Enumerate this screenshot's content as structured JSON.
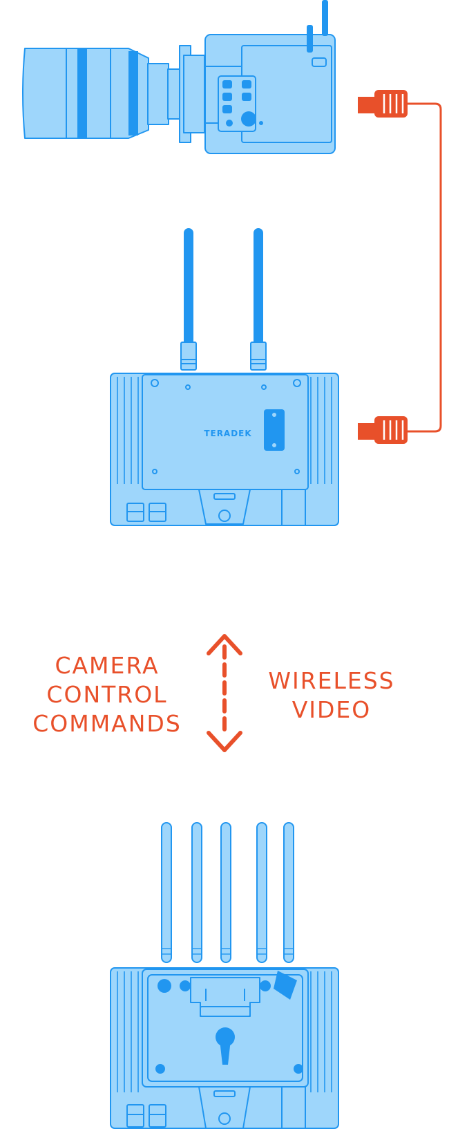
{
  "colors": {
    "device_fill": "#9ed6fb",
    "device_stroke": "#2196f0",
    "accent": "#2196f0",
    "cable": "#e8502a"
  },
  "devices": {
    "camera": {
      "icon": "cinema-camera-icon"
    },
    "transmitter": {
      "icon": "wireless-transmitter-icon",
      "brand": "TERADEK"
    },
    "receiver": {
      "icon": "wireless-receiver-icon"
    }
  },
  "link": {
    "icon": "bidirectional-dashed-arrow-icon",
    "left_label": [
      "CAMERA",
      "CONTROL",
      "COMMANDS"
    ],
    "right_label": [
      "WIRELESS",
      "VIDEO"
    ]
  },
  "cable": {
    "icon": "control-cable-icon"
  }
}
